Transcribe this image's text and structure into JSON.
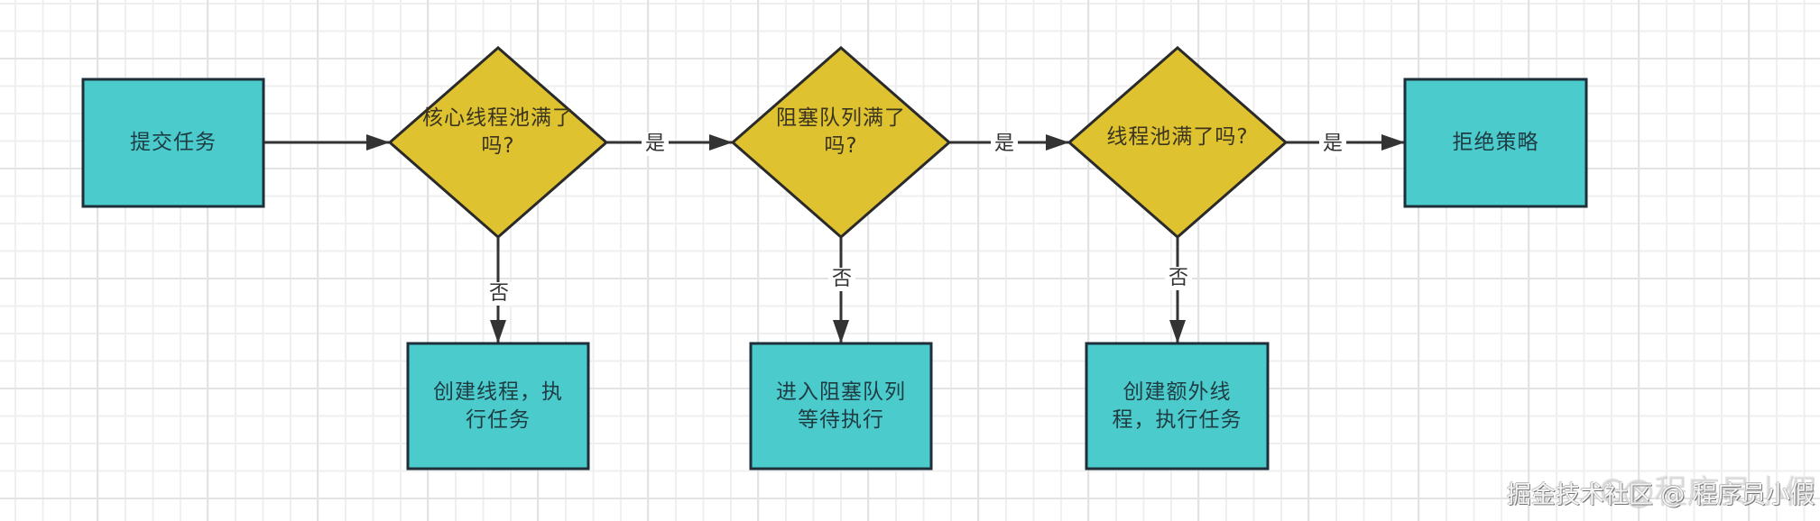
{
  "diagram": {
    "title": "线程池任务提交流程",
    "colors": {
      "process_fill": "#4bcbcc",
      "process_stroke": "#1e2f3a",
      "decision_fill": "#dfc22f",
      "decision_stroke": "#2a2a2a",
      "edge": "#333333"
    },
    "nodes": {
      "submit": {
        "type": "process",
        "label": "提交任务"
      },
      "core_full": {
        "type": "decision",
        "label_line1": "核心线程池满了",
        "label_line2": "吗?"
      },
      "queue_full": {
        "type": "decision",
        "label_line1": "阻塞队列满了",
        "label_line2": "吗?"
      },
      "pool_full": {
        "type": "decision",
        "label_line1": "线程池满了吗?"
      },
      "reject": {
        "type": "process",
        "label": "拒绝策略"
      },
      "create_core": {
        "type": "process",
        "label_line1": "创建线程，执",
        "label_line2": "行任务"
      },
      "enqueue": {
        "type": "process",
        "label_line1": "进入阻塞队列",
        "label_line2": "等待执行"
      },
      "create_extra": {
        "type": "process",
        "label_line1": "创建额外线",
        "label_line2": "程，执行任务"
      }
    },
    "edges": [
      {
        "from": "submit",
        "to": "core_full",
        "label": ""
      },
      {
        "from": "core_full",
        "to": "queue_full",
        "label": "是"
      },
      {
        "from": "queue_full",
        "to": "pool_full",
        "label": "是"
      },
      {
        "from": "pool_full",
        "to": "reject",
        "label": "是"
      },
      {
        "from": "core_full",
        "to": "create_core",
        "label": "否"
      },
      {
        "from": "queue_full",
        "to": "enqueue",
        "label": "否"
      },
      {
        "from": "pool_full",
        "to": "create_extra",
        "label": "否"
      }
    ]
  },
  "watermark": {
    "text": "掘金技术社区 @ 程序员小假",
    "ghost_text": "C@程序员小假"
  }
}
